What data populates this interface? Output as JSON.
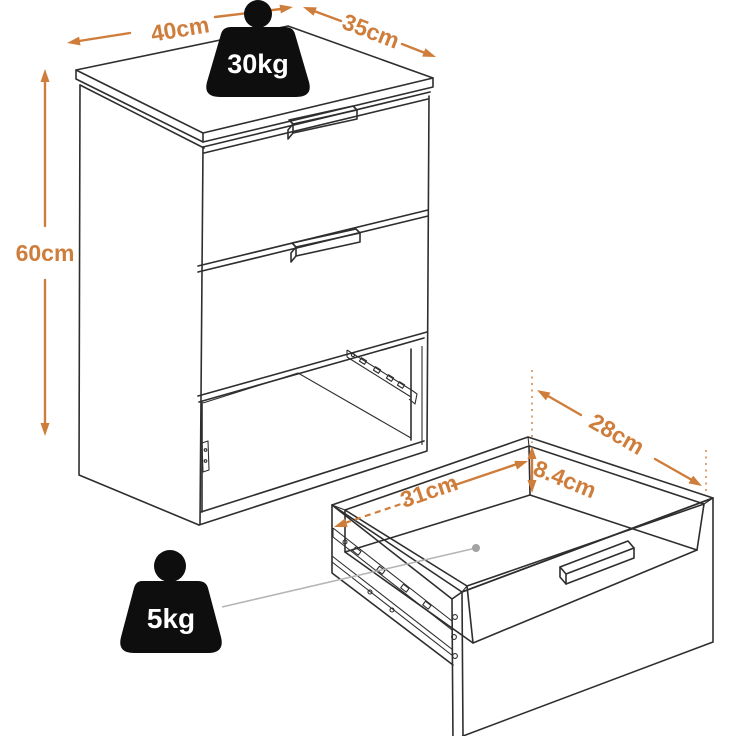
{
  "colors": {
    "accent": "#cf7d3b",
    "line": "#2e2e2e",
    "weight": "#0e0e0e",
    "weight-text": "#ffffff",
    "leader": "#b5b5b5",
    "bg": "#ffffff"
  },
  "cabinet": {
    "dims": {
      "width": "40cm",
      "depth": "35cm",
      "height": "60cm"
    },
    "max_load": "30kg"
  },
  "drawer": {
    "dims": {
      "width": "31cm",
      "depth": "28cm",
      "height": "8.4cm"
    },
    "max_load": "5kg"
  }
}
